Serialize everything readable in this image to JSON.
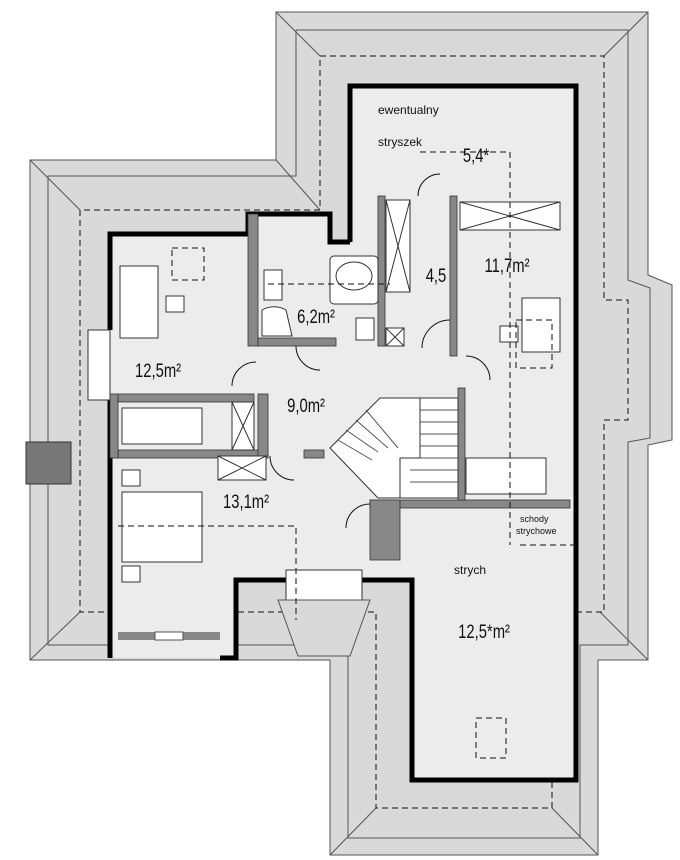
{
  "rooms": {
    "bedroom_left": {
      "area": "12,5",
      "unit": "m²"
    },
    "bathroom": {
      "area": "6,2",
      "unit": "m²"
    },
    "closet": {
      "area": "4,5"
    },
    "attic_optional": {
      "area": "5,4*",
      "label_line1": "ewentualny",
      "label_line2": "stryszek"
    },
    "bedroom_right": {
      "area": "11,7",
      "unit": "m²"
    },
    "hall": {
      "area": "9,0",
      "unit": "m²"
    },
    "bedroom_bottom": {
      "area": "13,1",
      "unit": "m²"
    },
    "attic": {
      "label": "strych",
      "area": "12,5*",
      "unit": "m²"
    }
  },
  "stairs_note": {
    "line1": "schody",
    "line2": "strychowe"
  },
  "colors": {
    "roof": "#d9d9d9",
    "wall": "#000000",
    "floor": "#ececec",
    "hatch": "#777777"
  }
}
